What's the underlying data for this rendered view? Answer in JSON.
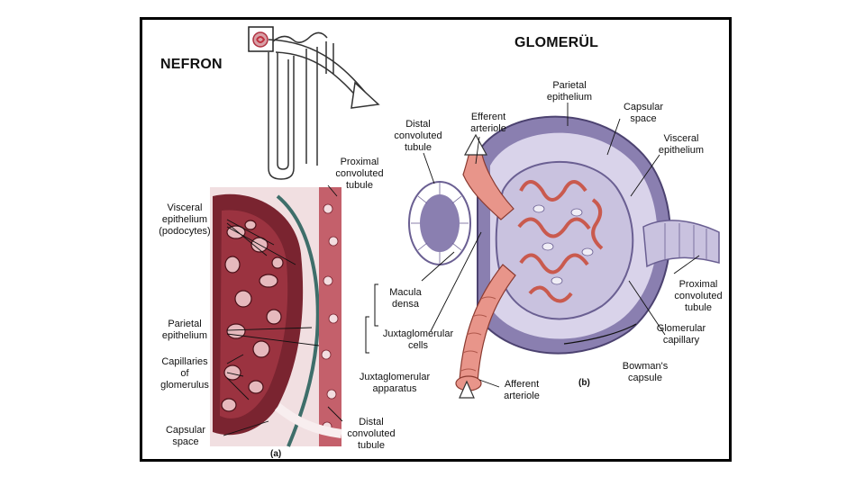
{
  "titles": {
    "nefron": "NEFRON",
    "glomerul": "GLOMERÜL"
  },
  "panels": {
    "a": "(a)",
    "b": "(b)"
  },
  "labels_a": {
    "proximal_tubule": "Proximal\nconvoluted\ntubule",
    "visceral_epithelium": "Visceral\nepithelium\n(podocytes)",
    "parietal_epithelium": "Parietal\nepithelium",
    "capillaries": "Capillaries\nof\nglomerulus",
    "capsular_space": "Capsular\nspace",
    "distal_tubule": "Distal\nconvoluted\ntubule"
  },
  "labels_b": {
    "distal_tubule": "Distal\nconvoluted\ntubule",
    "efferent_arteriole": "Efferent\narteriole",
    "parietal_epithelium": "Parietal\nepithelium",
    "capsular_space": "Capsular\nspace",
    "visceral_epithelium": "Visceral\nepithelium",
    "macula_densa": "Macula\ndensa",
    "juxtaglomerular_cells": "Juxtaglomerular\ncells",
    "juxtaglomerular_apparatus": "Juxtaglomerular\napparatus",
    "afferent_arteriole": "Afferent\narteriole",
    "bowmans_capsule": "Bowman's\ncapsule",
    "glomerular_capillary": "Glomerular\ncapillary",
    "proximal_tubule": "Proximal\nconvoluted\ntubule"
  },
  "colors": {
    "tissue_dark": "#5a1a22",
    "tissue_mid": "#9b3340",
    "tissue_light": "#d79aa0",
    "capsule_purple": "#8a7fb0",
    "capsule_light": "#d9d3ea",
    "arteriole_pink": "#e8958a",
    "capillary_red": "#c95a4e",
    "tubule_lavender": "#c9c2df"
  }
}
